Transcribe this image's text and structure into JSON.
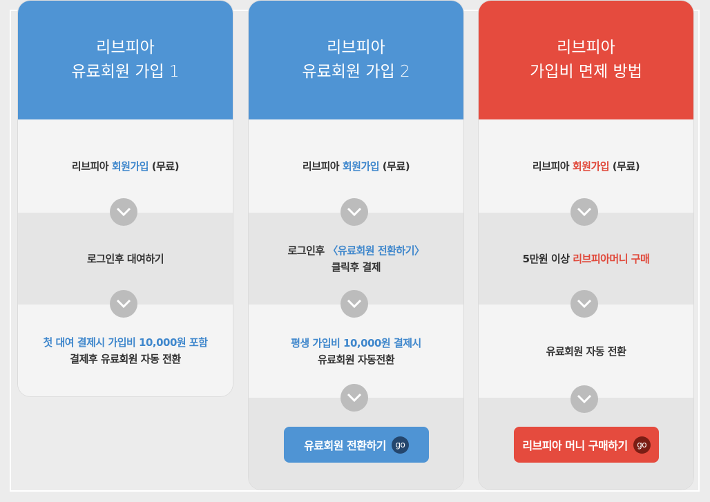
{
  "cards": [
    {
      "title_line1": "리브피아",
      "title_line2": "유료회원 가입 1",
      "step1": {
        "pre": "리브피아 ",
        "hl": "회원가입",
        "post": " (무료)"
      },
      "step2": {
        "text": "로그인후 대여하기"
      },
      "step3": {
        "line1": "첫 대여 결제시 가입비 10,000원 포함",
        "line2": "결제후 유료회원 자동 전환"
      }
    },
    {
      "title_line1": "리브피아",
      "title_line2": "유료회원 가입 2",
      "step1": {
        "pre": "리브피아 ",
        "hl": "회원가입",
        "post": " (무료)"
      },
      "step2": {
        "pre": "로그인후 ",
        "hl": "〈유료회원 전환하기〉",
        "line2": "클릭후 결제"
      },
      "step3": {
        "line1": "평생 가입비 10,000원 결제시",
        "line2": "유료회원 자동전환"
      },
      "button": {
        "label": "유료회원 전환하기",
        "go": "go"
      }
    },
    {
      "title_line1": "리브피아",
      "title_line2": "가입비 면제 방법",
      "step1": {
        "pre": "리브피아 ",
        "hl": "회원가입",
        "post": " (무료)"
      },
      "step2": {
        "pre": "5만원 이상 ",
        "hl": "리브피아머니 구매"
      },
      "step3": {
        "text": "유료회원 자동 전환"
      },
      "button": {
        "label": "리브피아 머니 구매하기",
        "go": "go"
      }
    }
  ],
  "colors": {
    "blue": "#4f94d4",
    "red": "#e54b3e",
    "arrow": "#bcbcbc"
  },
  "icons": {
    "step_arrow": "chevron-down-icon"
  }
}
